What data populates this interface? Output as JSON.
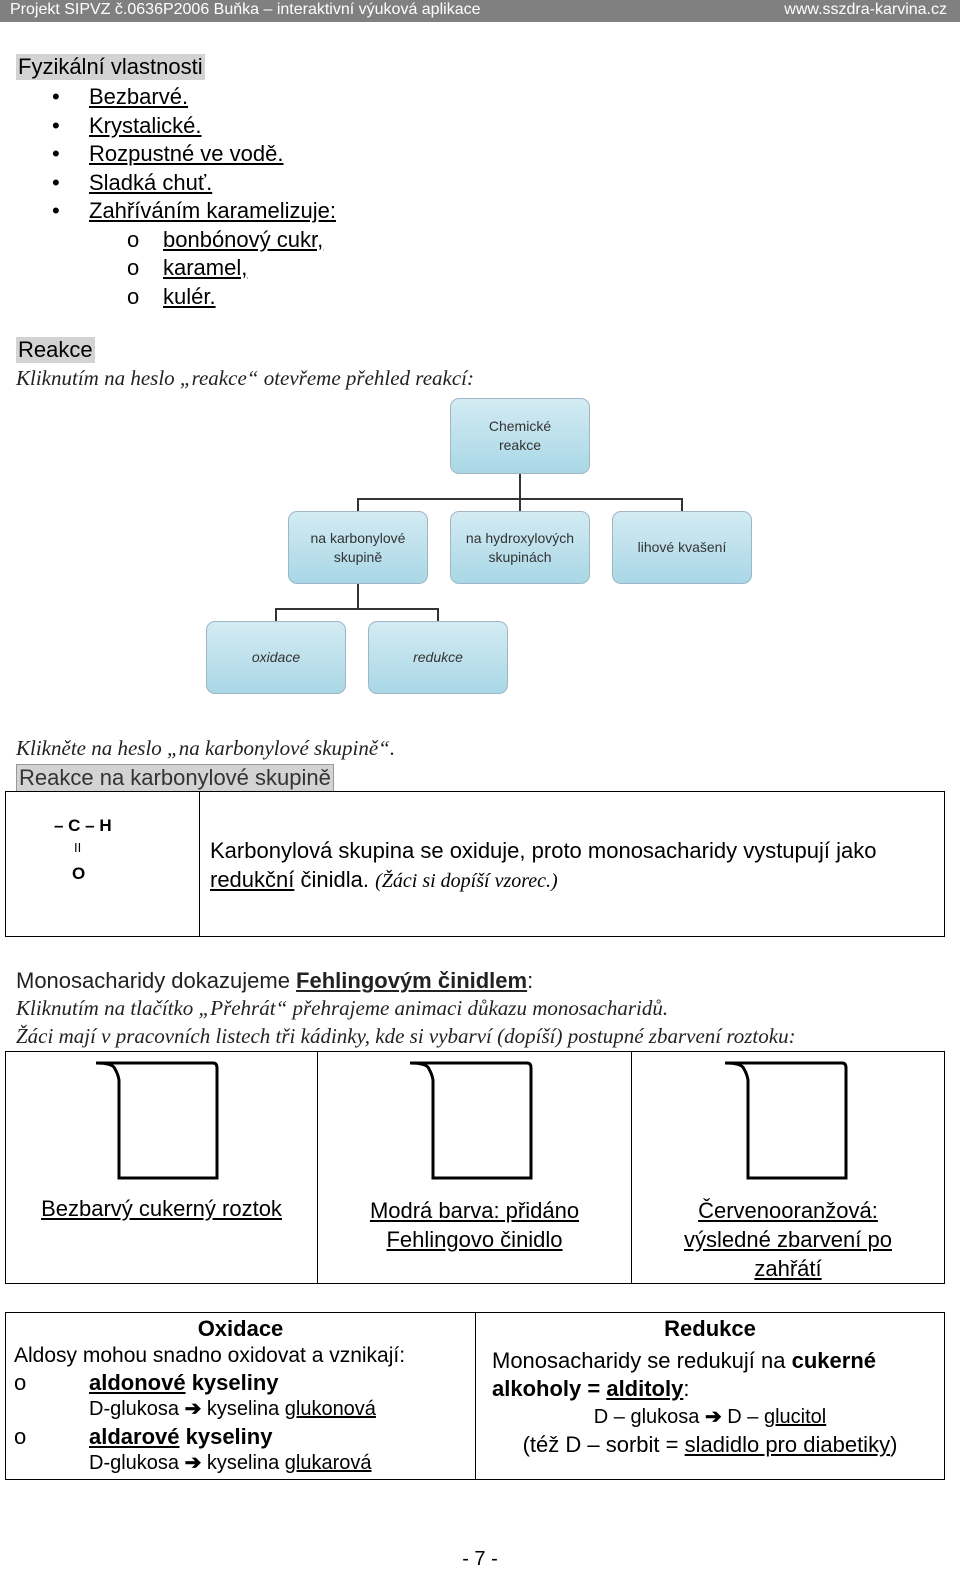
{
  "header": {
    "left": "Projekt SIPVZ č.0636P2006 Buňka – interaktivní výuková aplikace",
    "right": "www.sszdra-karvina.cz"
  },
  "physical": {
    "title": "Fyzikální vlastnosti",
    "items": [
      "Bezbarvé.",
      "Krystalické.",
      "Rozpustné ve vodě.",
      "Sladká chuť.",
      "Zahříváním karamelizuje:"
    ],
    "subitems": [
      "bonbónový cukr,",
      "karamel,",
      "kulér."
    ]
  },
  "reactions": {
    "title": "Reakce",
    "instruction": "Kliknutím na heslo „reakce“ otevřeme přehled reakcí:"
  },
  "diagram": {
    "root": "Chemické reakce",
    "level1": [
      "na karbonylové skupině",
      "na hydroxylových skupinách",
      "lihové kvašení"
    ],
    "level2": [
      "oxidace",
      "redukce"
    ]
  },
  "carbonyl": {
    "instruction": "Klikněte na heslo „na karbonylové skupině“.",
    "title": "Reakce na karbonylové skupině",
    "formula_line1": "– C – H",
    "formula_line2": "II",
    "formula_line3": "O",
    "text_a": "Karbonylová skupina se oxiduje, proto monosacharidy vystupují jako ",
    "text_redukcni": "redukční",
    "text_b": " činidla. ",
    "text_note": "(Žáci si dopíší vzorec.)"
  },
  "fehling": {
    "text_a": "Monosacharidy dokazujeme ",
    "text_link": "Fehlingovým činidlem",
    "text_b": ":",
    "instruction1": "Kliknutím na tlačítko „Přehrát“ přehrajeme animaci důkazu monosacharidů.",
    "instruction2": "Žáci mají v pracovních listech tři kádinky, kde si vybarví (dopíší) postupné zbarvení roztoku:",
    "captions": [
      "Bezbarvý cukerný roztok",
      "Modrá barva: přidáno Fehlingovo činidlo",
      "Červenooranžová: výsledné zbarvení po zahřátí"
    ]
  },
  "redox": {
    "oxidace_title": "Oxidace",
    "oxidace_intro": "Aldosy mohou snadno oxidovat a vznikají:",
    "item1_u": "aldonové",
    "item1_rest": " kyseliny",
    "item1_line_a": "D-glukosa ",
    "item1_line_b": " kyselina ",
    "item1_line_u": "glukonová",
    "item2_u": "aldarové",
    "item2_rest": " kyseliny",
    "item2_line_a": "D-glukosa ",
    "item2_line_b": " kyselina ",
    "item2_line_u": "glukarová",
    "arrow": "➔",
    "redukce_title": "Redukce",
    "red_text_a": "Monosacharidy se redukují na ",
    "red_text_b1": "cukerné alkoholy = ",
    "red_text_b2": "alditoly",
    "red_text_c": ":",
    "red_line2_a": "D – glukosa ",
    "red_line2_b": " D – ",
    "red_line2_u": "glucitol",
    "red_line3_a": "(též D – sorbit = ",
    "red_line3_u": "sladidlo pro diabetiky",
    "red_line3_b": ")"
  },
  "footer": {
    "page": "- 7 -"
  }
}
